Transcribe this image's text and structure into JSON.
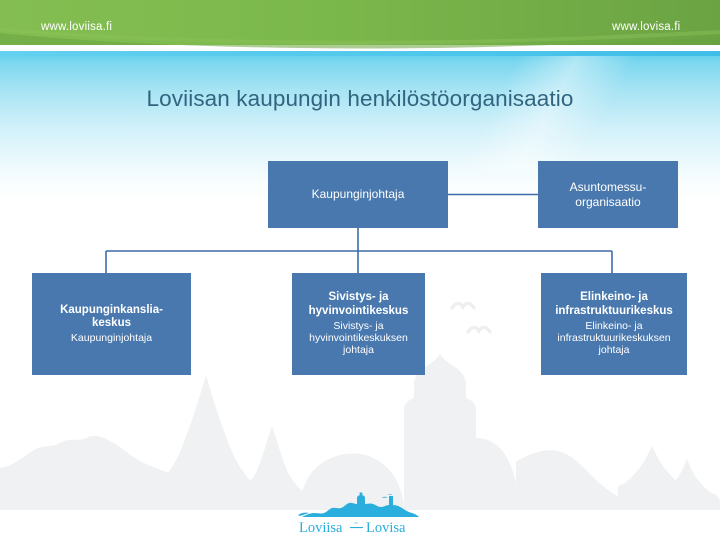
{
  "header": {
    "url_left": "www.loviisa.fi",
    "url_right": "www.lovisa.fi",
    "band_color": "#76b446"
  },
  "slide": {
    "title": "Loviisan kaupungin henkilöstöorganisaatio",
    "title_color": "#31657f",
    "background_top_color": "#5ecdeb",
    "background_bottom_color": "#ffffff"
  },
  "org_chart": {
    "box_color": "#4878ae",
    "connector_color": "#3d6da5",
    "nodes": {
      "ceo": {
        "title": "Kaupunginjohtaja",
        "subtitle": ""
      },
      "housing": {
        "title": "Asuntomessu-\norganisaatio",
        "subtitle": ""
      },
      "chancery": {
        "title": "Kaupunginkanslia-\nkeskus",
        "subtitle": "Kaupunginjohtaja"
      },
      "education": {
        "title": "Sivistys- ja\nhyvinvointikeskus",
        "subtitle": "Sivistys- ja\nhyvinvointikeskuksen\njohtaja"
      },
      "infrastructure": {
        "title": "Elinkeino- ja\ninfrastruktuurikeskus",
        "subtitle": "Elinkeino- ja\ninfrastruktuurikeskuksen\njohtaja"
      }
    }
  },
  "logo": {
    "name_fi": "Loviisa",
    "name_sv": "Lovisa",
    "color": "#2aaede"
  }
}
